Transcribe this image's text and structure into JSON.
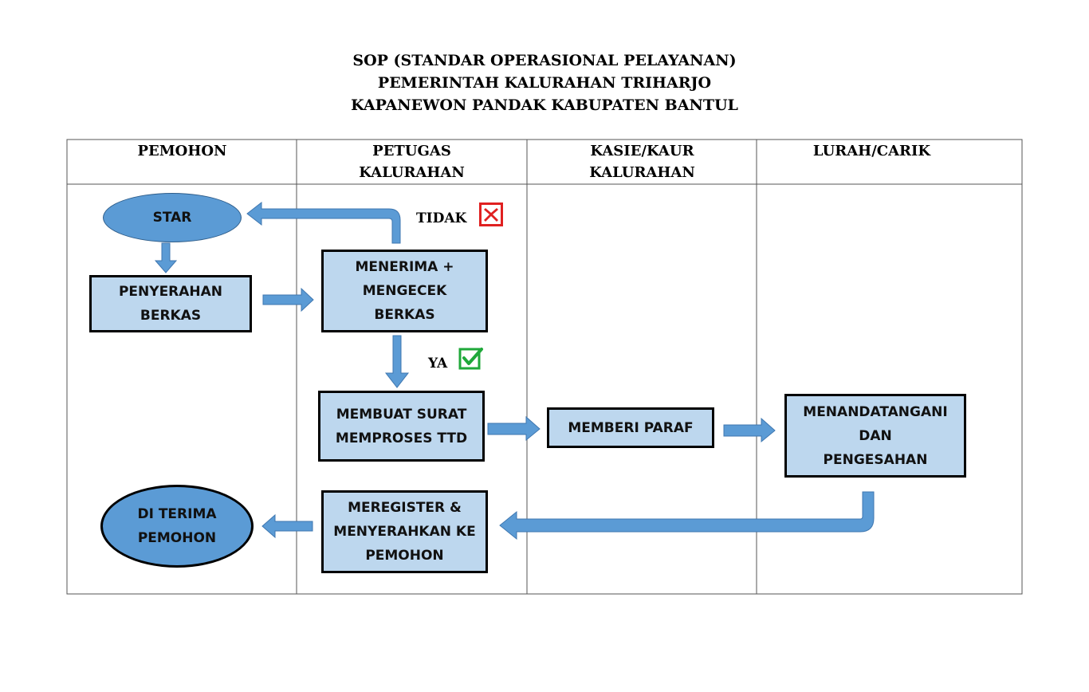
{
  "title_lines": [
    "SOP (STANDAR OPERASIONAL PELAYANAN)",
    "PEMERINTAH KALURAHAN TRIHARJO",
    "KAPANEWON PANDAK KABUPATEN BANTUL"
  ],
  "lanes": [
    {
      "line1": "PEMOHON",
      "line2": ""
    },
    {
      "line1": "PETUGAS",
      "line2": "KALURAHAN"
    },
    {
      "line1": "KASIE/KAUR",
      "line2": "KALURAHAN"
    },
    {
      "line1": "LURAH/CARIK",
      "line2": ""
    }
  ],
  "nodes": {
    "start": "STAR",
    "penyerahan": [
      "PENYERAHAN",
      "BERKAS"
    ],
    "menerima": [
      "MENERIMA +",
      "MENGECEK",
      "BERKAS"
    ],
    "membuat": [
      "MEMBUAT SURAT",
      "MEMPROSES TTD"
    ],
    "paraf": "MEMBERI PARAF",
    "menandatangani": [
      "MENANDATANGANI",
      "DAN",
      "PENGESAHAN"
    ],
    "meregister": [
      "MEREGISTER &",
      "MENYERAHKAN KE",
      "PEMOHON"
    ],
    "diterima": [
      "DI TERIMA",
      "PEMOHON"
    ]
  },
  "decision": {
    "no_label": "TIDAK",
    "yes_label": "YA"
  },
  "colors": {
    "box_fill": "#bdd7ee",
    "oval_fill": "#5b9bd5",
    "arrow": "#5b9bd5",
    "no_mark": "#e02020",
    "yes_mark": "#1fa83a"
  }
}
